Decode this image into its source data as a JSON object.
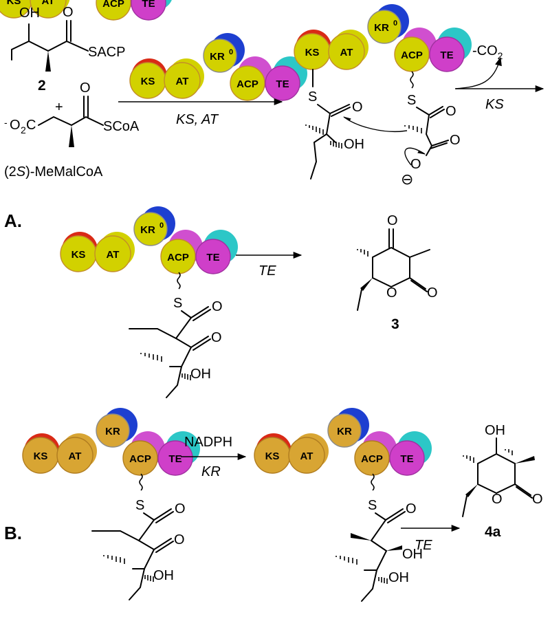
{
  "colors": {
    "ks": "#d2d100",
    "at": "#d2d100",
    "kr0": "#d2d100",
    "acp": "#d2d100",
    "te": "#cf3fc9",
    "ks_b": "#d8a533",
    "at_b": "#d8a533",
    "kr_b": "#d8a533",
    "acp_b": "#d8a533",
    "te_b": "#cf3fc9",
    "red": "#d92a16",
    "blue": "#1d3fd0",
    "magenta": "#d04fcf",
    "cyan": "#2cc7c7"
  },
  "modules": {
    "ks": "KS",
    "at": "AT",
    "kr0": "KR",
    "kr0_sup": "0",
    "kr": "KR",
    "acp": "ACP",
    "te": "TE"
  },
  "atoms": {
    "oh": "OH",
    "o": "O",
    "s": "S",
    "sacp": "SACP",
    "scoa": "SCoA",
    "co2_prefix": "O",
    "co2_sub": "2",
    "co2_suffix": "C",
    "co2_charge": "-",
    "minus": "⊖"
  },
  "labels": {
    "compound2": "2",
    "plus": "+",
    "mmcoa_open": "(2",
    "mmcoa_s": "S",
    "mmcoa_rest": ")-MeMalCoA",
    "ks_at": "KS, AT",
    "minus_co2": "-CO",
    "minus_co2_sub": "2",
    "ks": "KS",
    "sectionA": "A.",
    "sectionB": "B.",
    "te": "TE",
    "compound3": "3",
    "nadph": "NADPH",
    "kr": "KR",
    "compound4a": "4a"
  }
}
